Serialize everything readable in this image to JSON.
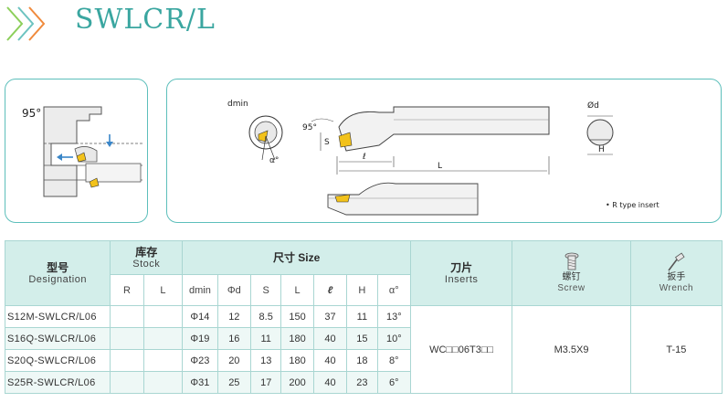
{
  "header": {
    "title": "SWLCR/L",
    "accent_color": "#3aa6a0",
    "chevron_icon": "triple-chevron-right-icon"
  },
  "left_panel": {
    "angle_label": "95°"
  },
  "right_panel": {
    "dmin_label": "dmin",
    "alpha_label": "α°",
    "angle_label": "95°",
    "s_label": "S",
    "l_label": "ℓ",
    "L_label": "L",
    "od_label": "Ød",
    "h_label": "H",
    "note": "• R type insert"
  },
  "table": {
    "header": {
      "designation_cn": "型号",
      "designation_en": "Designation",
      "stock_cn": "库存",
      "stock_en": "Stock",
      "size_label": "尺寸 Size",
      "inserts_cn": "刀片",
      "inserts_en": "Inserts",
      "screw_cn": "螺钉",
      "screw_en": "Screw",
      "wrench_cn": "扳手",
      "wrench_en": "Wrench",
      "screw_icon": "screw-icon",
      "wrench_icon": "wrench-icon"
    },
    "subheaders": [
      "R",
      "L",
      "dmin",
      "Φd",
      "S",
      "L",
      "ℓ",
      "H",
      "α°"
    ],
    "rows": [
      {
        "designation": "S12M-SWLCR/L06",
        "R": "",
        "L": "",
        "dmin": "Φ14",
        "d": "12",
        "S": "8.5",
        "Lval": "150",
        "l": "37",
        "H": "11",
        "alpha": "13°"
      },
      {
        "designation": "S16Q-SWLCR/L06",
        "R": "",
        "L": "",
        "dmin": "Φ19",
        "d": "16",
        "S": "11",
        "Lval": "180",
        "l": "40",
        "H": "15",
        "alpha": "10°"
      },
      {
        "designation": "S20Q-SWLCR/L06",
        "R": "",
        "L": "",
        "dmin": "Φ23",
        "d": "20",
        "S": "13",
        "Lval": "180",
        "l": "40",
        "H": "18",
        "alpha": "8°"
      },
      {
        "designation": "S25R-SWLCR/L06",
        "R": "",
        "L": "",
        "dmin": "Φ31",
        "d": "25",
        "S": "17",
        "Lval": "200",
        "l": "40",
        "H": "23",
        "alpha": "6°"
      }
    ],
    "insert_value": "WC□□06T3□□",
    "screw_value": "M3.5X9",
    "wrench_value": "T-15"
  }
}
